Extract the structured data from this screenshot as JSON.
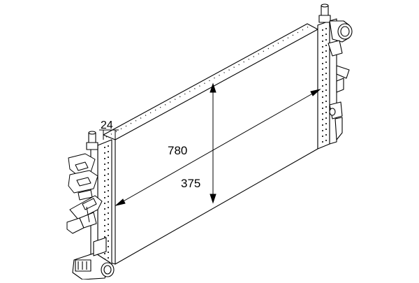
{
  "dimensions": {
    "thickness": "24",
    "width": "780",
    "height": "375"
  }
}
